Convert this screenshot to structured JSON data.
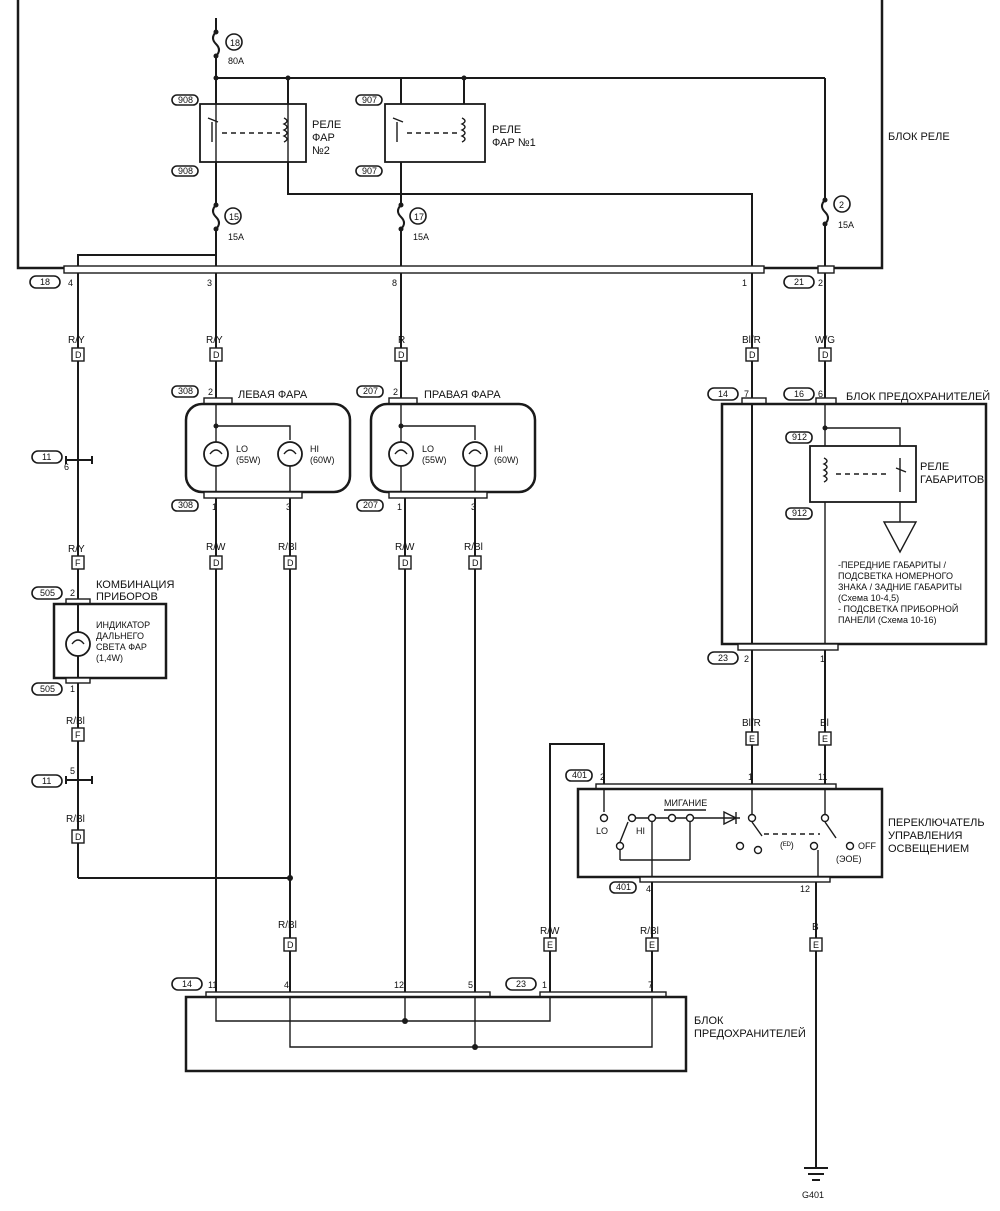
{
  "relay_block": {
    "label": "БЛОК РЕЛЕ",
    "fuse18": {
      "num": "18",
      "rating": "80A"
    },
    "fuse15": {
      "num": "15",
      "rating": "15A"
    },
    "fuse17": {
      "num": "17",
      "rating": "15A"
    },
    "fuse2": {
      "num": "2",
      "rating": "15A"
    },
    "relay2": {
      "connector": "908",
      "label": "РЕЛЕ\nФАР\n№2"
    },
    "relay1": {
      "connector": "907",
      "label": "РЕЛЕ\nФАР №1"
    },
    "conn_bottom_left": "18",
    "conn_bottom_right": "21",
    "pins": {
      "p4": "4",
      "p3": "3",
      "p8": "8",
      "p1": "1",
      "p2": "2"
    }
  },
  "wires": {
    "ry": "R/Y",
    "r": "R",
    "blr": "Bl/R",
    "wg": "W/G",
    "rw": "R/W",
    "rbl": "R/Bl",
    "bl": "Bl",
    "b": "B"
  },
  "codes": {
    "d": "D",
    "f": "F",
    "e": "E"
  },
  "joint11": {
    "num": "11",
    "pin_top": "6",
    "pin_bottom": "5"
  },
  "left_headlamp": {
    "label": "ЛЕВАЯ ФАРА",
    "connector": "308",
    "lo": "LO",
    "lo_w": "(55W)",
    "hi": "HI",
    "hi_w": "(60W)",
    "pin2": "2",
    "pin1": "1",
    "pin3": "3"
  },
  "right_headlamp": {
    "label": "ПРАВАЯ ФАРА",
    "connector": "207",
    "lo": "LO",
    "lo_w": "(55W)",
    "hi": "HI",
    "hi_w": "(60W)",
    "pin2": "2",
    "pin1": "1",
    "pin3": "3"
  },
  "cluster": {
    "connector": "505",
    "title": "КОМБИНАЦИЯ\nПРИБОРОВ",
    "indicator": "ИНДИКАТОР\nДАЛЬНЕГО\nСВЕТА ФАР\n(1,4W)",
    "pin2": "2",
    "pin1": "1"
  },
  "fuse_block_right": {
    "label": "БЛОК ПРЕДОХРАНИТЕЛЕЙ",
    "conn14": "14",
    "pin7": "7",
    "conn16": "16",
    "pin6": "6",
    "relay_conn": "912",
    "relay_label": "РЕЛЕ\nГАБАРИТОВ",
    "note": "-ПЕРЕДНИЕ ГАБАРИТЫ /\nПОДСВЕТКА НОМЕРНОГО\nЗНАКА / ЗАДНИЕ ГАБАРИТЫ\n(Схема 10-4,5)\n- ПОДСВЕТКА ПРИБОРНОЙ\nПАНЕЛИ (Схема 10-16)",
    "conn23": "23",
    "pin2": "2",
    "pin1": "1"
  },
  "switch": {
    "connector": "401",
    "label": "ПЕРЕКЛЮЧАТЕЛЬ\nУПРАВЛЕНИЯ\nОСВЕЩЕНИЕМ",
    "flash": "МИГАНИЕ",
    "lo": "LO",
    "hi": "HI",
    "off": "OFF",
    "pos1": "(ᴱᴰ)",
    "pos2": "(ЭОЕ)",
    "pin2": "2",
    "pin1": "1",
    "pin11": "11",
    "pin4": "4",
    "pin12": "12"
  },
  "fuse_block_bottom": {
    "label": "БЛОК\nПРЕДОХРАНИТЕЛЕЙ",
    "conn14": "14",
    "conn23": "23",
    "pin11": "11",
    "pin4": "4",
    "pin12": "12",
    "pin5": "5",
    "pin1": "1",
    "pin7": "7"
  },
  "ground": {
    "label": "G401"
  }
}
